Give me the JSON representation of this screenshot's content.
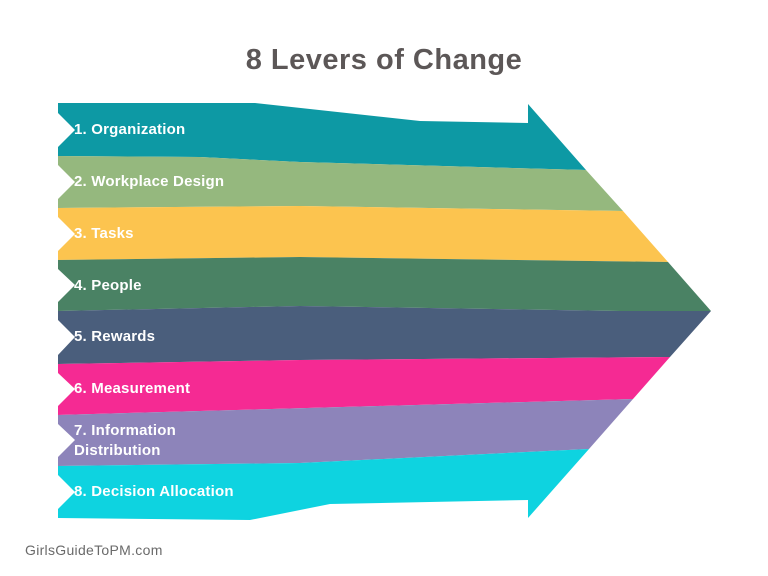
{
  "title": "8 Levers of Change",
  "footer": "GirlsGuideToPM.com",
  "colors": {
    "background": "#ffffff",
    "title_text": "#5c5757",
    "label_text": "#ffffff",
    "footer_text": "#6a6a6a"
  },
  "bands": [
    {
      "label": "1. Organization",
      "color": "#0d99a4"
    },
    {
      "label": "2. Workplace Design",
      "color": "#95b87e"
    },
    {
      "label": "3. Tasks",
      "color": "#fcc44f"
    },
    {
      "label": "4. People",
      "color": "#4a8264"
    },
    {
      "label": "5. Rewards",
      "color": "#4a5e7c"
    },
    {
      "label": "6. Measurement",
      "color": "#f52a93"
    },
    {
      "label": "7. Information Distribution",
      "lines": [
        "7. Information",
        "Distribution"
      ],
      "color": "#8d84ba"
    },
    {
      "label": "8. Decision Allocation",
      "color": "#0ed3e0"
    }
  ]
}
